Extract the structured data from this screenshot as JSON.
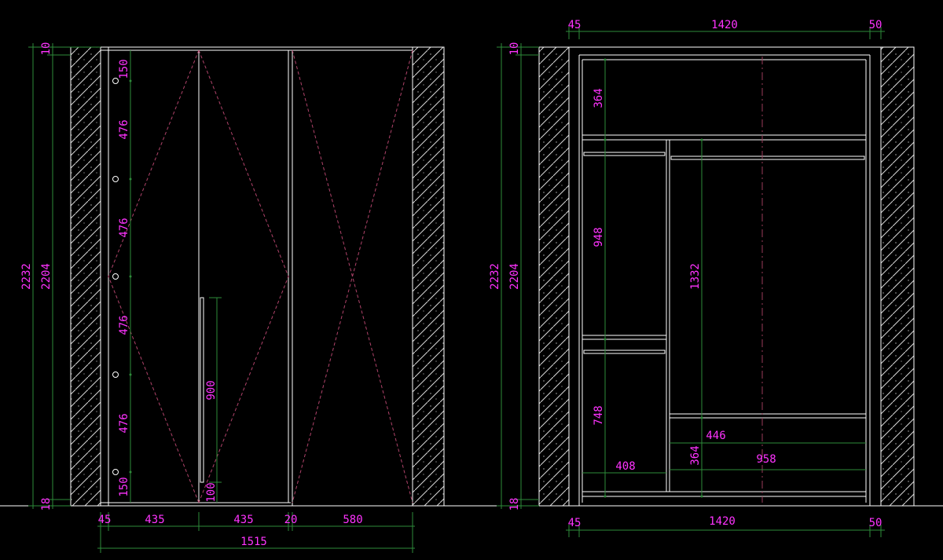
{
  "colors": {
    "background": "#000000",
    "outline": "#ffffff",
    "dimension_line": "#2e8b3a",
    "dimension_text": "#ff33ff",
    "hidden_line": "#b0436a",
    "center_line": "#9a3d5a",
    "wall_hatch": "#d8d8d8"
  },
  "left_elevation": {
    "heights": {
      "overall": "2232",
      "inner": "2204",
      "top": "10",
      "bottom": "18"
    },
    "hinge_spacing": [
      "150",
      "476",
      "476",
      "476",
      "476",
      "150"
    ],
    "handle": {
      "length": "900",
      "offset": "100"
    },
    "widths": [
      "45",
      "435",
      "435",
      "20",
      "580"
    ],
    "total_width": "1515"
  },
  "right_elevation": {
    "top_widths": [
      "45",
      "1420",
      "50"
    ],
    "heights": {
      "overall": "2232",
      "inner": "2204",
      "top": "10",
      "bottom": "18"
    },
    "top_shelf": "364",
    "left_hanging": "948",
    "left_lower": "748",
    "right_hanging": "1332",
    "right_lower": "364",
    "drawer_width": "446",
    "left_width": "408",
    "right_width": "958",
    "bottom_widths": [
      "45",
      "1420",
      "50"
    ]
  }
}
